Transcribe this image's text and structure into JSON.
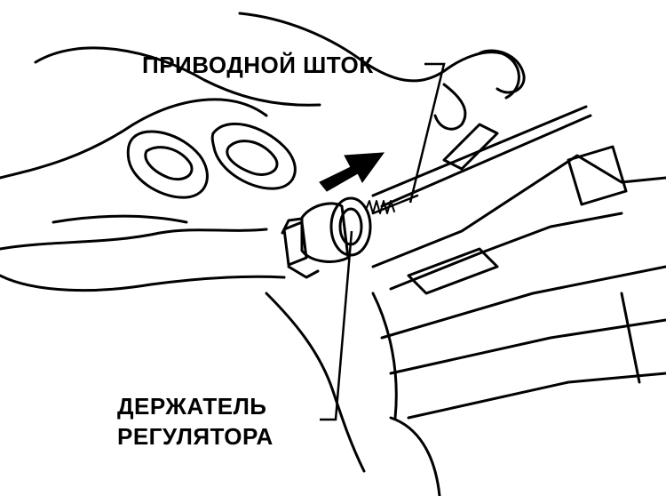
{
  "labels": {
    "drive_rod": "ПРИВОДНОЙ ШТОК",
    "holder_line1": "ДЕРЖАТЕЛЬ",
    "holder_line2": "РЕГУЛЯТОРА"
  },
  "colors": {
    "ink": "#000000",
    "paper": "#ffffff"
  }
}
